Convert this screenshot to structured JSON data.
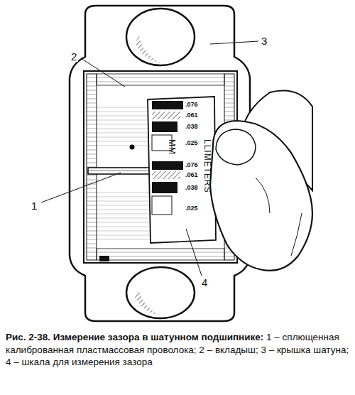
{
  "diagram": {
    "title": "Рис. 2-38. Измерение зазора в шатунном подшипнике:",
    "caption": "1 – сплющенная калиброванная пластмассовая проволока; 2 – вкладыш; 3 – крышка шатуна; 4 – шкала для измерения зазора",
    "labels": [
      "3",
      "2",
      "1",
      "4",
      ".076",
      ".061",
      ".038",
      ".025",
      "MM",
      ".076",
      ".061",
      ".038",
      ".025",
      "LLIMETERS"
    ]
  }
}
